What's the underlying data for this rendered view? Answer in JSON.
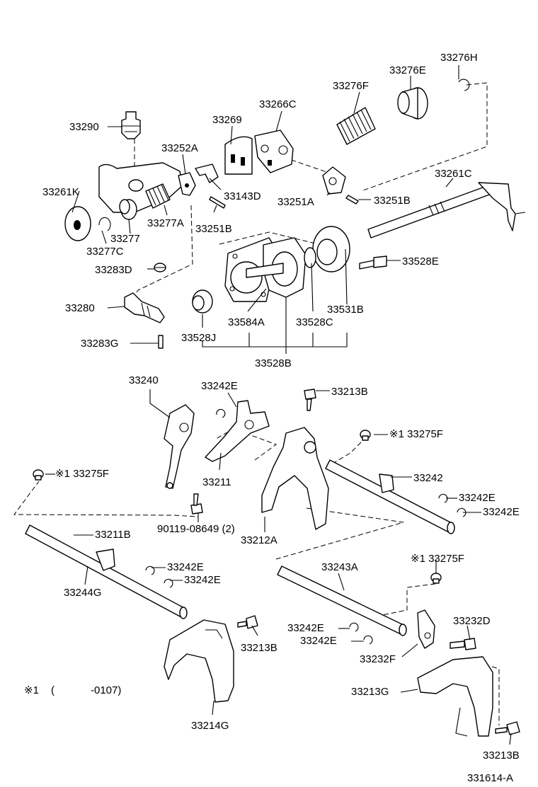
{
  "labels": {
    "p33276H": "33276H",
    "p33276E": "33276E",
    "p33276F": "33276F",
    "p33266C": "33266C",
    "p33269": "33269",
    "p33290": "33290",
    "p33252A": "33252A",
    "p33261C": "33261C",
    "p33261K": "33261K",
    "p33143D": "33143D",
    "p33251A": "33251A",
    "p33251B_a": "33251B",
    "p33277A": "33277A",
    "p33251B_b": "33251B",
    "p33277": "33277",
    "p33277C": "33277C",
    "p33528E": "33528E",
    "p33283D": "33283D",
    "p33280": "33280",
    "p33531B": "33531B",
    "p33584A": "33584A",
    "p33528C": "33528C",
    "p33528J": "33528J",
    "p33283G": "33283G",
    "p33528B": "33528B",
    "p33240": "33240",
    "p33242E_1": "33242E",
    "p33213B_1": "33213B",
    "p33275F_1": "※1 33275F",
    "p33242": "33242",
    "p33275F_2": "※1 33275F",
    "p33211": "33211",
    "p33242E_2": "33242E",
    "p33242E_3": "33242E",
    "p90119": "90119-08649 (2)",
    "p33212A": "33212A",
    "p33211B": "33211B",
    "p33243A": "33243A",
    "p33275F_3": "※1 33275F",
    "p33242E_4": "33242E",
    "p33242E_5": "33242E",
    "p33244G": "33244G",
    "p33232D": "33232D",
    "p33242E_6": "33242E",
    "p33242E_7": "33242E",
    "p33213B_2": "33213B",
    "p33232F": "33232F",
    "p33213G": "33213G",
    "p33214G": "33214G",
    "p33213B_3": "33213B"
  },
  "footnote": {
    "mark": "※1",
    "open": "(",
    "range": "-0107)"
  },
  "diagram_id": "331614-A"
}
